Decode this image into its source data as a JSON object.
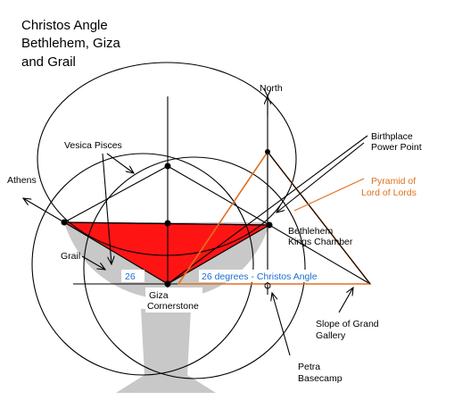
{
  "title": {
    "line1": "Christos Angle",
    "line2": "Bethlehem, Giza",
    "line3": "and Grail"
  },
  "labels": {
    "north": "North",
    "athens": "Athens",
    "vesica_pisces": "Vesica Pisces",
    "grail": "Grail",
    "birthplace_line1": "Birthplace",
    "birthplace_line2": "Power Point",
    "pyramid_line1": "Pyramid of",
    "pyramid_line2": "Lord of Lords",
    "bethlehem_line1": "Bethlehem",
    "bethlehem_line2": "Kings Chamber",
    "angle_left": "26",
    "angle_right": "26 degrees -  Christos Angle",
    "giza_line1": "Giza",
    "giza_line2": "Cornerstone",
    "slope_line1": "Slope of Grand",
    "slope_line2": "Gallery",
    "petra_line1": "Petra",
    "petra_line2": "Basecamp"
  },
  "colors": {
    "triangle_red": "#ff1414",
    "grail_gray": "#c8c8c8",
    "pyramid_orange": "#e07020",
    "angle_blue": "#1a6fd0"
  }
}
